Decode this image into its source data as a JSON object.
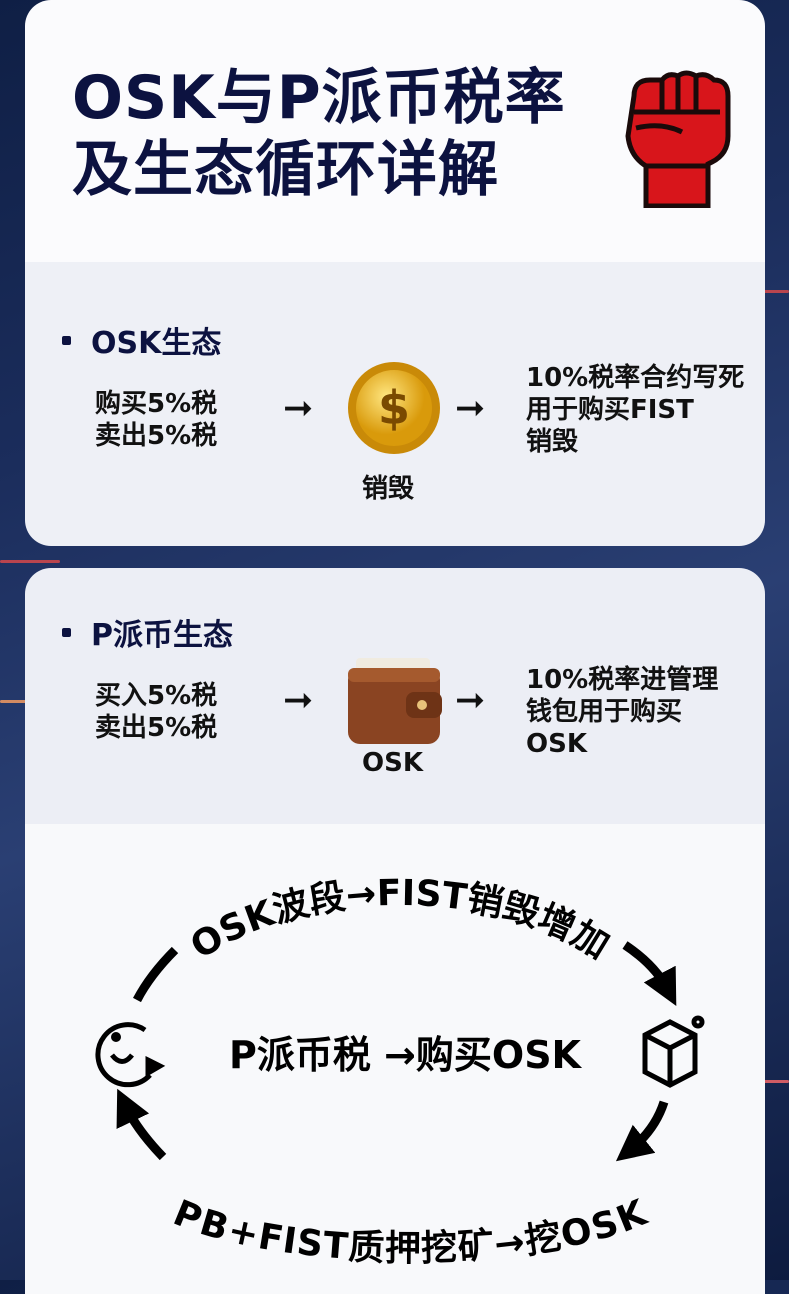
{
  "title": {
    "line1": "OSK与P派币税率",
    "line2": "及生态循环详解"
  },
  "osk": {
    "heading": "OSK生态",
    "taxes": [
      "购买5%税",
      "卖出5%税"
    ],
    "icon_caption": "销毁",
    "result": [
      "10%税率合约写死",
      "用于购买FIST",
      "销毁"
    ]
  },
  "ppai": {
    "heading": "P派币生态",
    "taxes": [
      "买入5%税",
      "卖出5%税"
    ],
    "icon_caption": "OSK",
    "result": [
      "10%税率进管理",
      "钱包用于购买",
      "OSK"
    ]
  },
  "cycle": {
    "top": "OSK波段→FIST销毁增加",
    "center": "P派币税 →购买OSK",
    "bottom": "PB+FIST质押挖矿→挖OSK"
  },
  "arrow_glyph": "➞",
  "colors": {
    "navy": "#0c1240",
    "fist_red": "#d8151b",
    "coin_gold": "#f2b417",
    "wallet_brown": "#8a4422"
  }
}
